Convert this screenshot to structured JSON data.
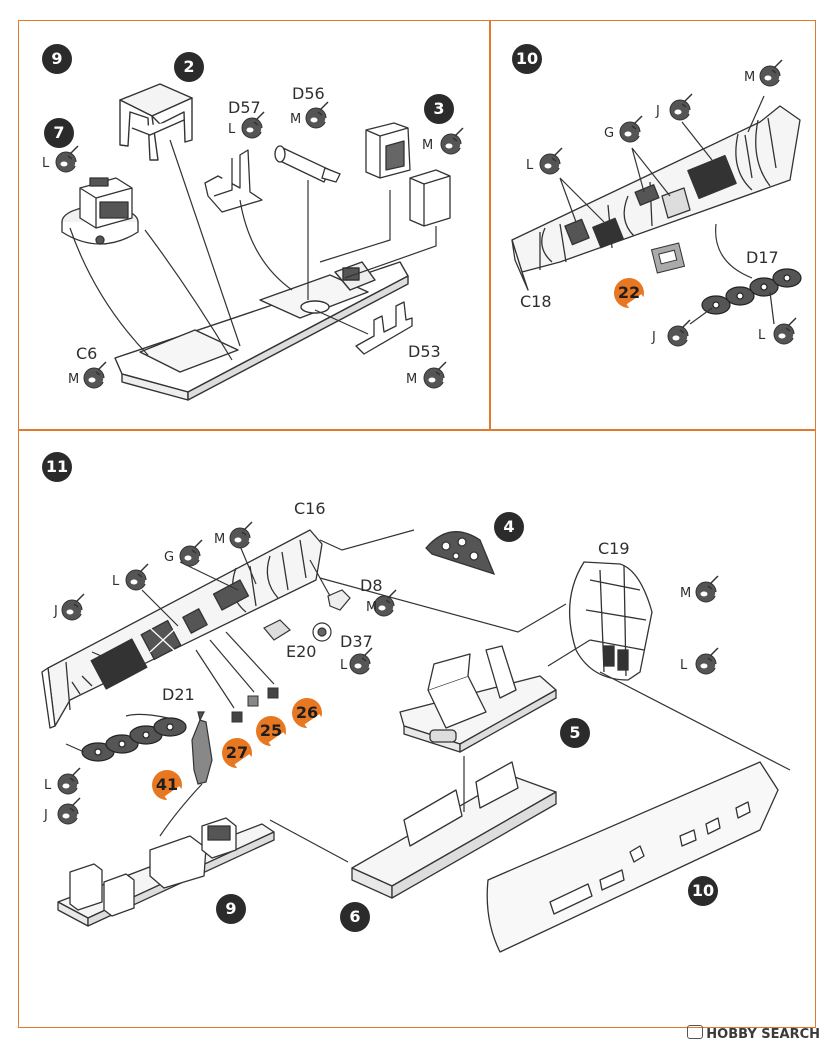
{
  "steps": {
    "s9": "9",
    "s10": "10",
    "s11": "11"
  },
  "panel9": {
    "refs": {
      "r2": "2",
      "r3": "3",
      "r7": "7"
    },
    "parts": {
      "d57": "D57",
      "d56": "D56",
      "c6": "C6",
      "d53": "D53"
    },
    "codes": {
      "c_d57": "L",
      "c_d56": "M",
      "c_3": "M",
      "c_7": "L",
      "c_c6": "M",
      "c_d53": "M"
    }
  },
  "panel10": {
    "parts": {
      "c18": "C18",
      "d17": "D17"
    },
    "decal": "22",
    "codes": {
      "c_m": "M",
      "c_j": "J",
      "c_g": "G",
      "c_l": "L",
      "c_j2": "J",
      "c_l2": "L"
    }
  },
  "panel11": {
    "parts": {
      "c16": "C16",
      "c19": "C19",
      "d8": "D8",
      "d37": "D37",
      "e20": "E20",
      "d21": "D21"
    },
    "subs": {
      "s4": "4",
      "s5": "5",
      "s6": "6",
      "s9": "9",
      "s10": "10"
    },
    "decals": {
      "d27": "27",
      "d25": "25",
      "d26": "26",
      "d41": "41"
    },
    "codes": {
      "c_m": "M",
      "c_g": "G",
      "c_l": "L",
      "c_j": "J",
      "c_d8": "M",
      "c_d37": "L",
      "c_c19m": "M",
      "c_c19l": "L",
      "c_l2": "L",
      "c_j2": "J"
    }
  },
  "watermark": "HOBBY SEARCH",
  "colors": {
    "border": "#e07a2e",
    "step": "#2b2b2b",
    "decal": "#e87722",
    "paint": "#555555"
  }
}
